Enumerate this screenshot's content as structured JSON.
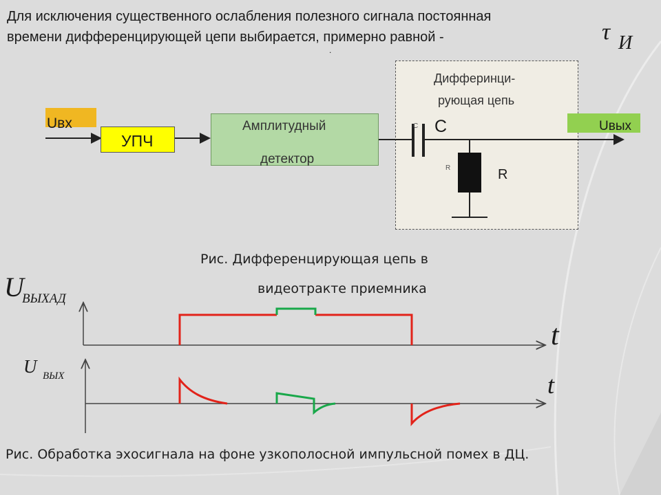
{
  "header": {
    "line1": "Для исключения существенного ослабления полезного сигнала постоянная",
    "line2": "времени дифференцирующей цепи выбирается, примерно равной -",
    "tau_symbol": "τ",
    "tau_subscript": "И",
    "dot": "."
  },
  "block_diagram": {
    "input_label": "Uвх",
    "output_label": "Uвых",
    "upch_label": "УПЧ",
    "detector_line1": "Амплитудный",
    "detector_line2": "детектор",
    "dc_title_line1": "Дифферинци-",
    "dc_title_line2": "рующая цепь",
    "capacitor_small_label": "C",
    "capacitor_label": "С",
    "resistor_small_label": "R",
    "resistor_label": "R"
  },
  "caption1": {
    "line1": "Рис. Дифференцирующая цепь в",
    "line2": "видеотракте приемника"
  },
  "graph_top": {
    "y_axis_main": "U",
    "y_axis_sub": "ВЫХАД",
    "x_axis": "t"
  },
  "graph_bottom": {
    "y_axis_main": "U",
    "y_axis_sub": "ВЫХ",
    "x_axis": "t"
  },
  "caption2": "Рис. Обработка эхосигнала на фоне узкополосной импульсной помех в ДЦ.",
  "colors": {
    "background": "#dcdcdc",
    "input_label_bg": "#f0b722",
    "upch_bg": "#ffff00",
    "detector_bg": "#b3d9a5",
    "detector_border": "#6e9960",
    "dc_bg": "#f0ede4",
    "output_label_bg": "#92d050",
    "echo_color": "#e2231a",
    "noise_color": "#19a84a"
  }
}
